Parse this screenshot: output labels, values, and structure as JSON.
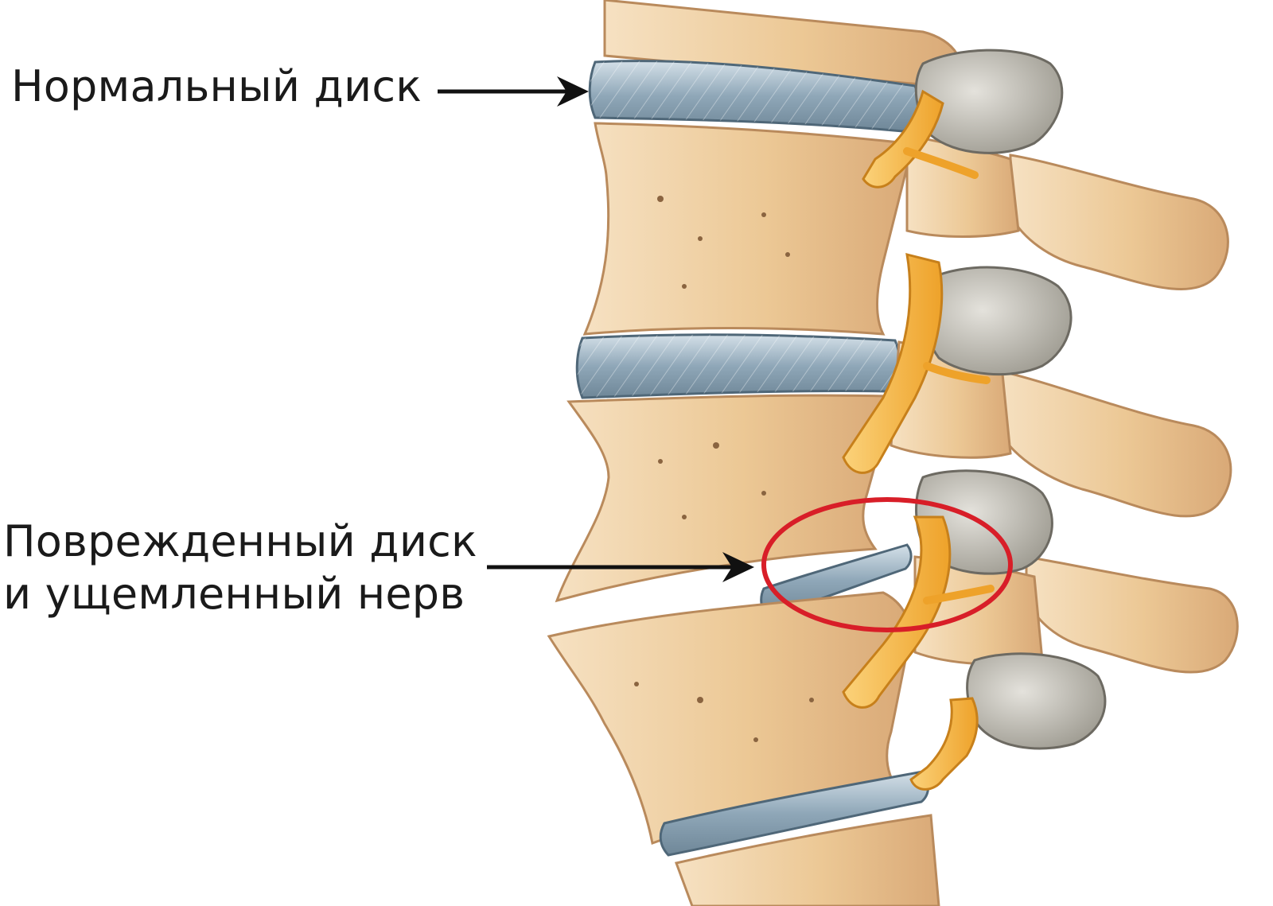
{
  "labels": {
    "normal_disc": "Нормальный диск",
    "damaged_line1": "Поврежденный диск",
    "damaged_line2": "и ущемленный нерв"
  },
  "colors": {
    "bone": "#f0d2a8",
    "bone_shade": "#d9a977",
    "bone_outline": "#b98a5c",
    "disc": "#8fa7b8",
    "disc_light": "#c6d5df",
    "nerve": "#f4b23c",
    "nerve_light": "#fbd27a",
    "facet": "#b9b6ae",
    "highlight_ring": "#d81e28",
    "arrow": "#111111",
    "text": "#1a1a1a"
  },
  "icons": [
    "arrow-right-icon",
    "highlight-circle-icon"
  ]
}
